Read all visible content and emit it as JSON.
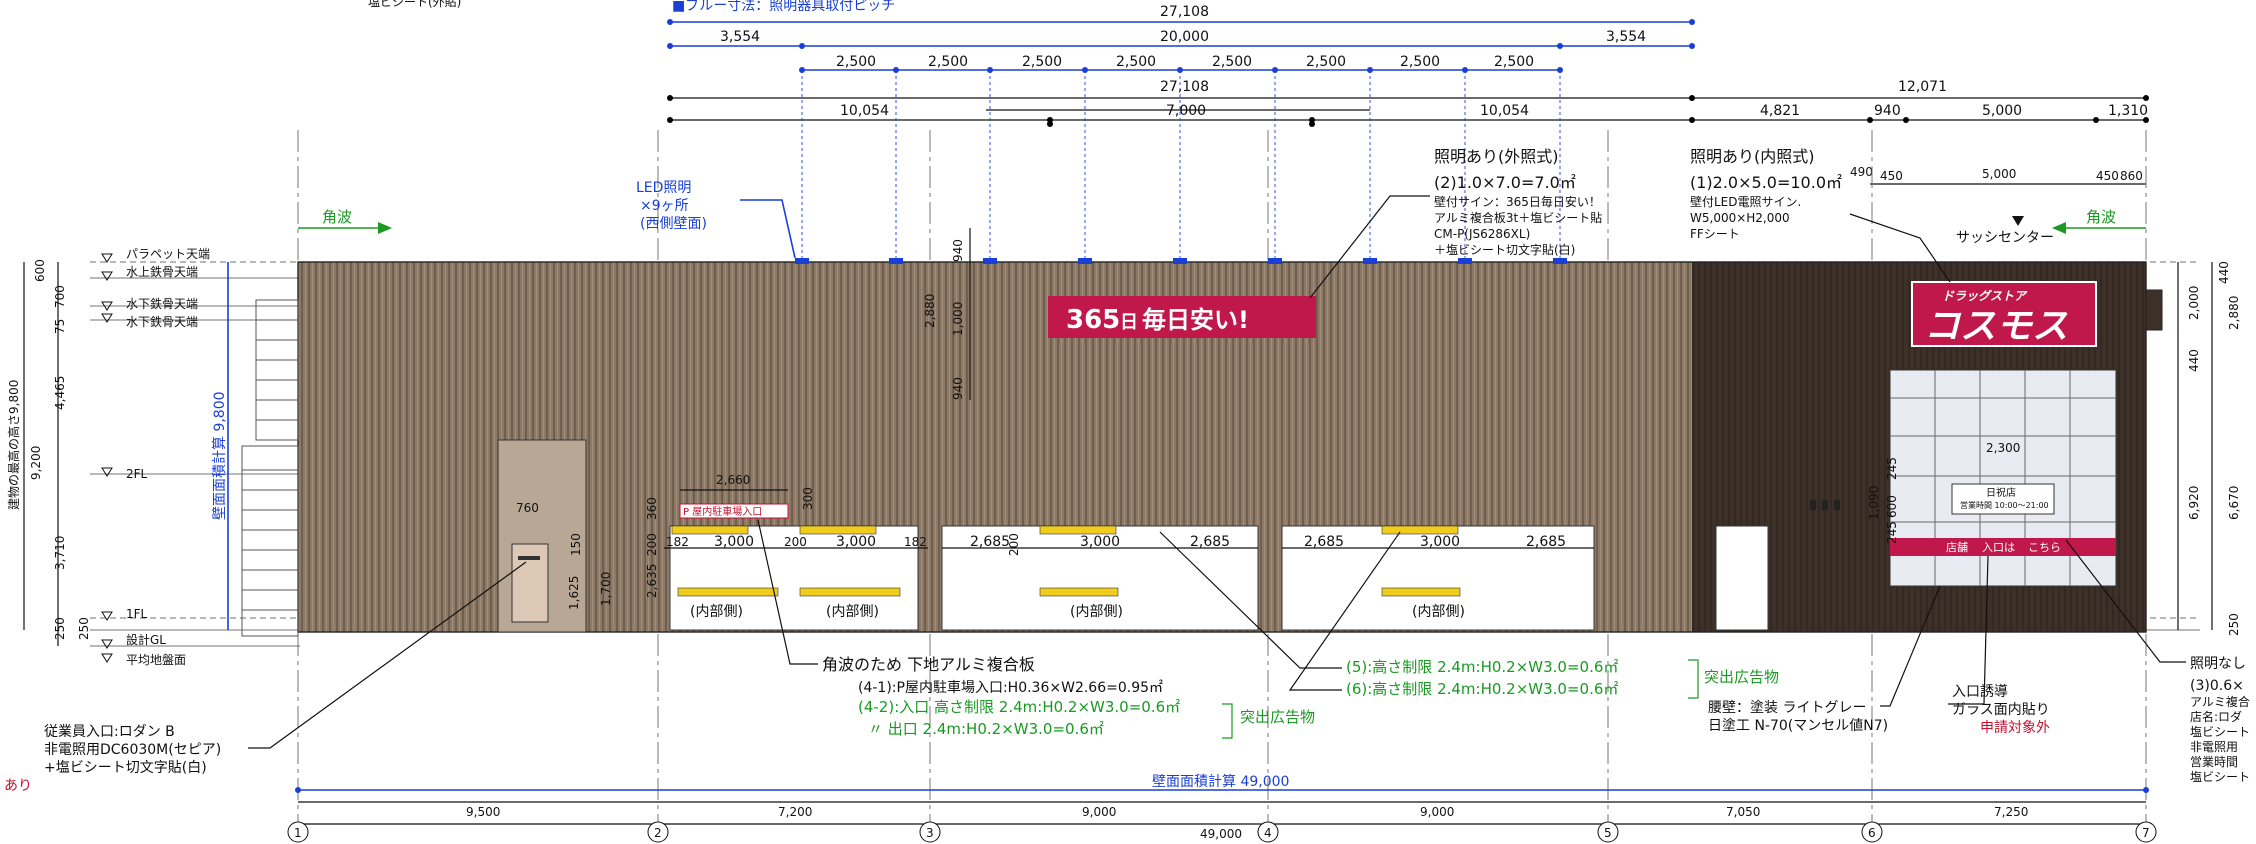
{
  "top_labels": {
    "fragment_left": "塩ビシート(外貼)",
    "blue_legend": "■ブルー寸法：照明器具取付ピッチ"
  },
  "dimensions": {
    "overall_top_blue": "27,108",
    "blue_row": [
      "3,554",
      "20,000",
      "3,554"
    ],
    "pitch_row": [
      "2,500",
      "2,500",
      "2,500",
      "2,500",
      "2,500",
      "2,500",
      "2,500",
      "2,500"
    ],
    "mid_total": "27,108",
    "mid_row": [
      "10,054",
      "7,000",
      "10,054"
    ],
    "right_total": "12,071",
    "right_row": [
      "4,821",
      "940",
      "5,000",
      "1,310"
    ],
    "right_small": [
      "490",
      "450",
      "5,000",
      "450",
      "860"
    ],
    "bottom_blue": "壁面面積計算 49,000",
    "bottom_row": [
      "9,500",
      "7,200",
      "9,000",
      "9,000",
      "7,050",
      "7,250"
    ],
    "bottom_total": "49,000",
    "sign_dims": [
      "940",
      "2,880",
      "1,000",
      "940"
    ],
    "left_vertical_total": "建物の最高の高さ9,800",
    "left_vertical_area": "壁面面積計算 9,800",
    "left_vertical_dims": [
      "600",
      "700",
      "75",
      "4,465",
      "9,200",
      "3,710",
      "250",
      "250"
    ],
    "right_vertical_dims": [
      "440",
      "2,000",
      "2,880",
      "440",
      "6,920",
      "6,670",
      "250"
    ],
    "door_dims": [
      "760",
      "150",
      "1,625",
      "1,700"
    ],
    "entry_dims": [
      "2,660",
      "300",
      "360",
      "200",
      "2,635",
      "182",
      "3,000",
      "200",
      "3,000",
      "182",
      "2,685",
      "200",
      "3,000",
      "2,685",
      "2,685",
      "3,000",
      "2,685"
    ],
    "window_dims": [
      "2,300",
      "245",
      "1,090",
      "600",
      "245"
    ]
  },
  "levels": [
    "パラペット天端",
    "水上鉄骨天端",
    "水下鉄骨天端",
    "水下鉄骨天端",
    "2FL",
    "1FL",
    "設計GL",
    "平均地盤面"
  ],
  "grid_labels": [
    "1",
    "2",
    "3",
    "4",
    "5",
    "6",
    "7"
  ],
  "kakunami_labels": [
    "角波",
    "角波"
  ],
  "sign_365": {
    "big": "365",
    "unit": "日",
    "rest": "毎日安い!"
  },
  "store_sign": {
    "small": "ドラッグストア",
    "big": "コスモス"
  },
  "notes": {
    "led": [
      "LED照明",
      "×9ヶ所",
      "(西側壁面)"
    ],
    "illum_ext": {
      "title": "照明あり(外照式)",
      "size": "(2)1.0×7.0=7.0㎡",
      "lines": [
        "壁付サイン：365日毎日安い！",
        "アルミ複合板3t＋塩ビシート貼",
        "CM-P(JS6286XL)",
        "＋塩ビシート切文字貼(白)"
      ]
    },
    "illum_int": {
      "title": "照明あり(内照式)",
      "size": "(1)2.0×5.0=10.0㎡",
      "lines": [
        "壁付LED電照サイン.",
        "W5,000×H2,000",
        "FFシート"
      ]
    },
    "sash_center": "サッシセンター",
    "kakunami_note": "角波のため 下地アルミ複合板",
    "p41": "(4-1):P屋内駐車場入口:H0.36×W2.66=0.95㎡",
    "p42": "(4-2):入口  高さ制限  2.4m:H0.2×W3.0=0.6㎡",
    "p42b": "〃  出口               2.4m:H0.2×W3.0=0.6㎡",
    "protrude": "突出広告物",
    "p5": "(5):高さ制限  2.4m:H0.2×W3.0=0.6㎡",
    "p6": "(6):高さ制限  2.4m:H0.2×W3.0=0.6㎡",
    "protrude2": "突出広告物",
    "staff": [
      "従業員入口:ロダン B",
      "非電照用DC6030M(セピア)",
      "+塩ビシート切文字貼(白)"
    ],
    "wall": [
      "腰壁：塗装 ライトグレー",
      "日塗工 N-70(マンセル値N7)"
    ],
    "entry_guide": [
      "入口誘導",
      "ガラス面内貼り"
    ],
    "not_applicable": "申請対象外",
    "no_light_right": [
      "照明なし",
      "(3)0.6×",
      "アルミ複合",
      "店名:ロダ",
      "塩ビシート",
      "非電照用",
      "営業時間",
      "塩ビシート"
    ],
    "left_fragment": "あり"
  },
  "entry_signs": {
    "parking": "P 屋内駐車場入口",
    "inside": [
      "(内部側)",
      "(内部側)",
      "(内部側)",
      "(内部側)"
    ]
  },
  "shop_front": {
    "sign_top": "日祝店",
    "sign_sub": "営業時間 10:00〜21:00",
    "strip": [
      "店舗",
      "入口は",
      "こちら"
    ]
  },
  "colors": {
    "wood": "#8a7765",
    "dark_wall": "#3a2e26",
    "sign_red": "#c0184a",
    "blue": "#1a3fd6",
    "green": "#1a9a23"
  }
}
